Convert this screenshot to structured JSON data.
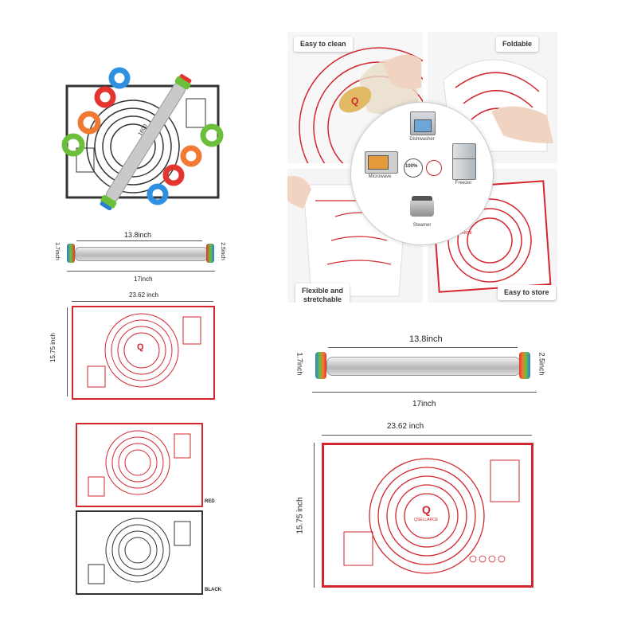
{
  "brand": "QSELLARCE",
  "brand_initial": "Q",
  "colors": {
    "red": "#d3262e",
    "black": "#333333",
    "pin": "#c9c9c9"
  },
  "top_mat": {
    "pin_text": "1600"
  },
  "small_pin": {
    "length_label": "13.8inch",
    "total_label": "17inch",
    "height_label": "2.5inch",
    "disc_label": "1.7inch"
  },
  "small_mat": {
    "width_label": "23.62 inch",
    "height_label": "15.75 inch"
  },
  "variants": {
    "red_label": "RED",
    "black_label": "BLACK"
  },
  "features": {
    "easy_clean": "Easy to clean",
    "foldable": "Foldable",
    "flexible_line1": "Flexible and",
    "flexible_line2": "stretchable",
    "easy_store": "Easy to store"
  },
  "icons": {
    "dishwasher": "Dishwasher",
    "microwave": "Microwave",
    "freezer": "Freezer",
    "steamer": "Steamer",
    "quality": "100%"
  },
  "big_pin": {
    "length_label": "13.8inch",
    "total_label": "17inch",
    "height_label": "2.5inch",
    "disc_label": "1.7inch"
  },
  "big_mat": {
    "width_label": "23.62 inch",
    "height_label": "15.75 inch"
  }
}
